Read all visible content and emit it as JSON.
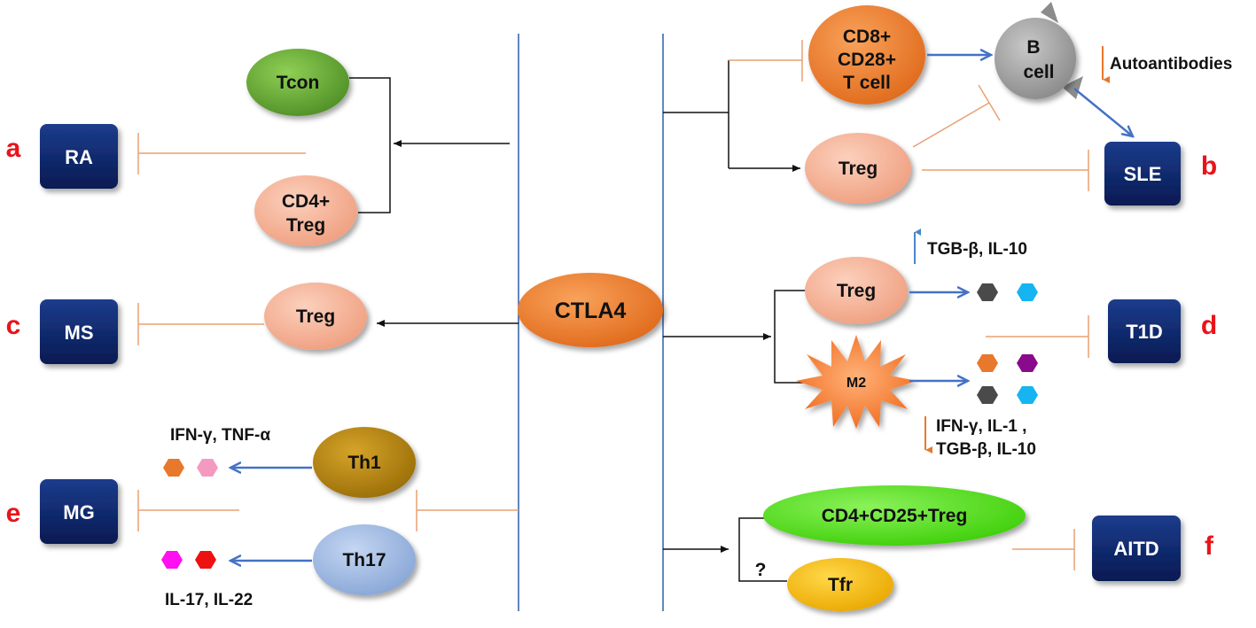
{
  "center": {
    "label": "CTLA4"
  },
  "diseases": {
    "ra": {
      "label": "RA",
      "letter": "a"
    },
    "sle": {
      "label": "SLE",
      "letter": "b"
    },
    "ms": {
      "label": "MS",
      "letter": "c"
    },
    "t1d": {
      "label": "T1D",
      "letter": "d"
    },
    "mg": {
      "label": "MG",
      "letter": "e"
    },
    "aitd": {
      "label": "AITD",
      "letter": "f"
    }
  },
  "cells": {
    "tcon": "Tcon",
    "cd4_treg": [
      "CD4+",
      "Treg"
    ],
    "ms_treg": "Treg",
    "th1": "Th1",
    "th17": "Th17",
    "cd8": [
      "CD8+",
      "CD28+",
      "T cell"
    ],
    "b_cell": [
      "B",
      "cell"
    ],
    "sle_treg": "Treg",
    "t1d_treg": "Treg",
    "m2": "M2",
    "cd4cd25": "CD4+CD25+Treg",
    "tfr": "Tfr"
  },
  "labels": {
    "autoantibodies": "Autoantibodies",
    "t1d_up": "TGB-β, IL-10",
    "t1d_down": [
      "IFN-γ, IL-1 ,",
      "TGB-β, IL-10"
    ],
    "mg_th1": "IFN-γ,  TNF-α",
    "mg_th17": "IL-17, IL-22",
    "question": "?"
  },
  "colors": {
    "navy_box": "#0a2466",
    "orange_node": "#e8782c",
    "peach_node": "#f4b096",
    "green_node": "#6aab38",
    "bright_green": "#55e01a",
    "gold_node": "#b8860b",
    "blue_node": "#9ab4de",
    "yellow_node": "#f7b800",
    "gray_node": "#a5a5a5",
    "inhibit_line": "#e8a074",
    "blue_arrow": "#4472c4",
    "letter_red": "#e8141a"
  }
}
